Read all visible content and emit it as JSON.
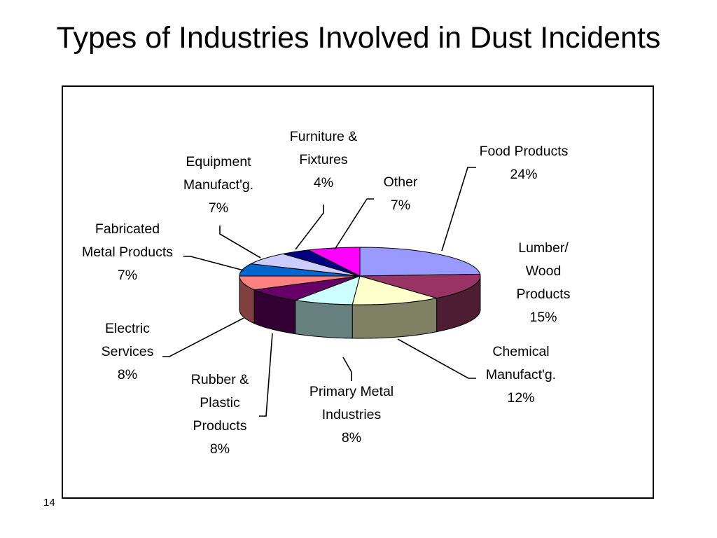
{
  "slide": {
    "title": "Types of Industries Involved in Dust Incidents",
    "page_number": "14"
  },
  "chart_data": {
    "type": "pie",
    "title": "Types of Industries Involved in Dust Incidents",
    "unit": "%",
    "legend": "none (labels beside slices)",
    "style": "3d",
    "slices": [
      {
        "label": "Food Products",
        "label_lines": [
          "Food Products",
          "24%"
        ],
        "value": 24,
        "top_color": "#9999ff",
        "side_color": "#6d6db8"
      },
      {
        "label": "Lumber/ Wood Products",
        "label_lines": [
          "Lumber/",
          "Wood",
          "Products",
          "15%"
        ],
        "value": 15,
        "top_color": "#993366",
        "side_color": "#4d1e33"
      },
      {
        "label": "Chemical Manufact'g.",
        "label_lines": [
          "Chemical",
          "Manufact'g.",
          "12%"
        ],
        "value": 12,
        "top_color": "#ffffcc",
        "side_color": "#808064"
      },
      {
        "label": "Primary Metal Industries",
        "label_lines": [
          "Primary Metal",
          "Industries",
          "8%"
        ],
        "value": 8,
        "top_color": "#ccffff",
        "side_color": "#668080"
      },
      {
        "label": "Rubber & Plastic Products",
        "label_lines": [
          "Rubber &",
          "Plastic",
          "Products",
          "8%"
        ],
        "value": 8,
        "top_color": "#660066",
        "side_color": "#330033"
      },
      {
        "label": "Electric Services",
        "label_lines": [
          "Electric",
          "Services",
          "8%"
        ],
        "value": 8,
        "top_color": "#ff8080",
        "side_color": "#804040"
      },
      {
        "label": "Fabricated Metal Products",
        "label_lines": [
          "Fabricated",
          "Metal Products",
          "7%"
        ],
        "value": 7,
        "top_color": "#0066cc",
        "side_color": "#003366"
      },
      {
        "label": "Equipment Manufact'g.",
        "label_lines": [
          "Equipment",
          "Manufact'g.",
          "7%"
        ],
        "value": 7,
        "top_color": "#ccccff",
        "side_color": "#666680"
      },
      {
        "label": "Furniture & Fixtures",
        "label_lines": [
          "Furniture &",
          "Fixtures",
          "4%"
        ],
        "value": 4,
        "top_color": "#000080",
        "side_color": "#000040"
      },
      {
        "label": "Other",
        "label_lines": [
          "Other",
          "7%"
        ],
        "value": 7,
        "top_color": "#ff00ff",
        "side_color": "#800080"
      }
    ]
  }
}
